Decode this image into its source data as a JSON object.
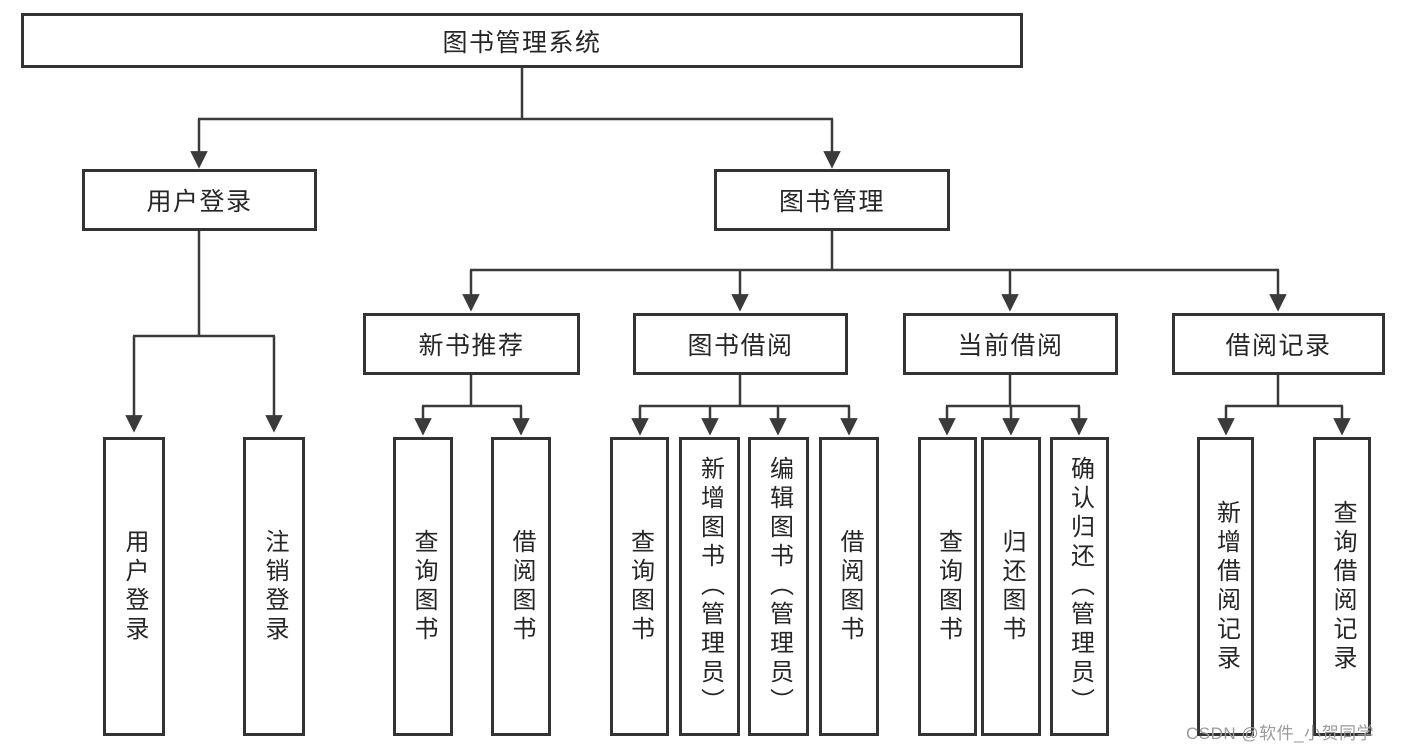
{
  "diagram": {
    "title": "图书管理系统",
    "nodes": {
      "root": {
        "label": "图书管理系统"
      },
      "level2": [
        {
          "id": "user-login",
          "label": "用户登录"
        },
        {
          "id": "book-management",
          "label": "图书管理"
        }
      ],
      "level3": [
        {
          "id": "new-book-recommend",
          "parent": "图书管理",
          "label": "新书推荐"
        },
        {
          "id": "book-borrow",
          "parent": "图书管理",
          "label": "图书借阅"
        },
        {
          "id": "current-borrow",
          "parent": "图书管理",
          "label": "当前借阅"
        },
        {
          "id": "borrow-records",
          "parent": "图书管理",
          "label": "借阅记录"
        }
      ],
      "leaves": [
        {
          "parent": "用户登录",
          "label": "用户登录"
        },
        {
          "parent": "用户登录",
          "label": "注销登录"
        },
        {
          "parent": "新书推荐",
          "label": "查询图书"
        },
        {
          "parent": "新书推荐",
          "label": "借阅图书"
        },
        {
          "parent": "图书借阅",
          "label": "查询图书"
        },
        {
          "parent": "图书借阅",
          "label": "新增图书（管理员）"
        },
        {
          "parent": "图书借阅",
          "label": "编辑图书（管理员）"
        },
        {
          "parent": "图书借阅",
          "label": "借阅图书"
        },
        {
          "parent": "当前借阅",
          "label": "查询图书"
        },
        {
          "parent": "当前借阅",
          "label": "归还图书"
        },
        {
          "parent": "当前借阅",
          "label": "确认归还（管理员）"
        },
        {
          "parent": "借阅记录",
          "label": "新增借阅记录"
        },
        {
          "parent": "借阅记录",
          "label": "查询借阅记录"
        }
      ]
    },
    "colors": {
      "line": "#3a3a3a",
      "box_border": "#333333",
      "box_fill": "#ffffff",
      "text": "#262626",
      "watermark": "#9b9b9b"
    }
  },
  "watermark": {
    "text": "CSDN @软件_小贺同学"
  }
}
